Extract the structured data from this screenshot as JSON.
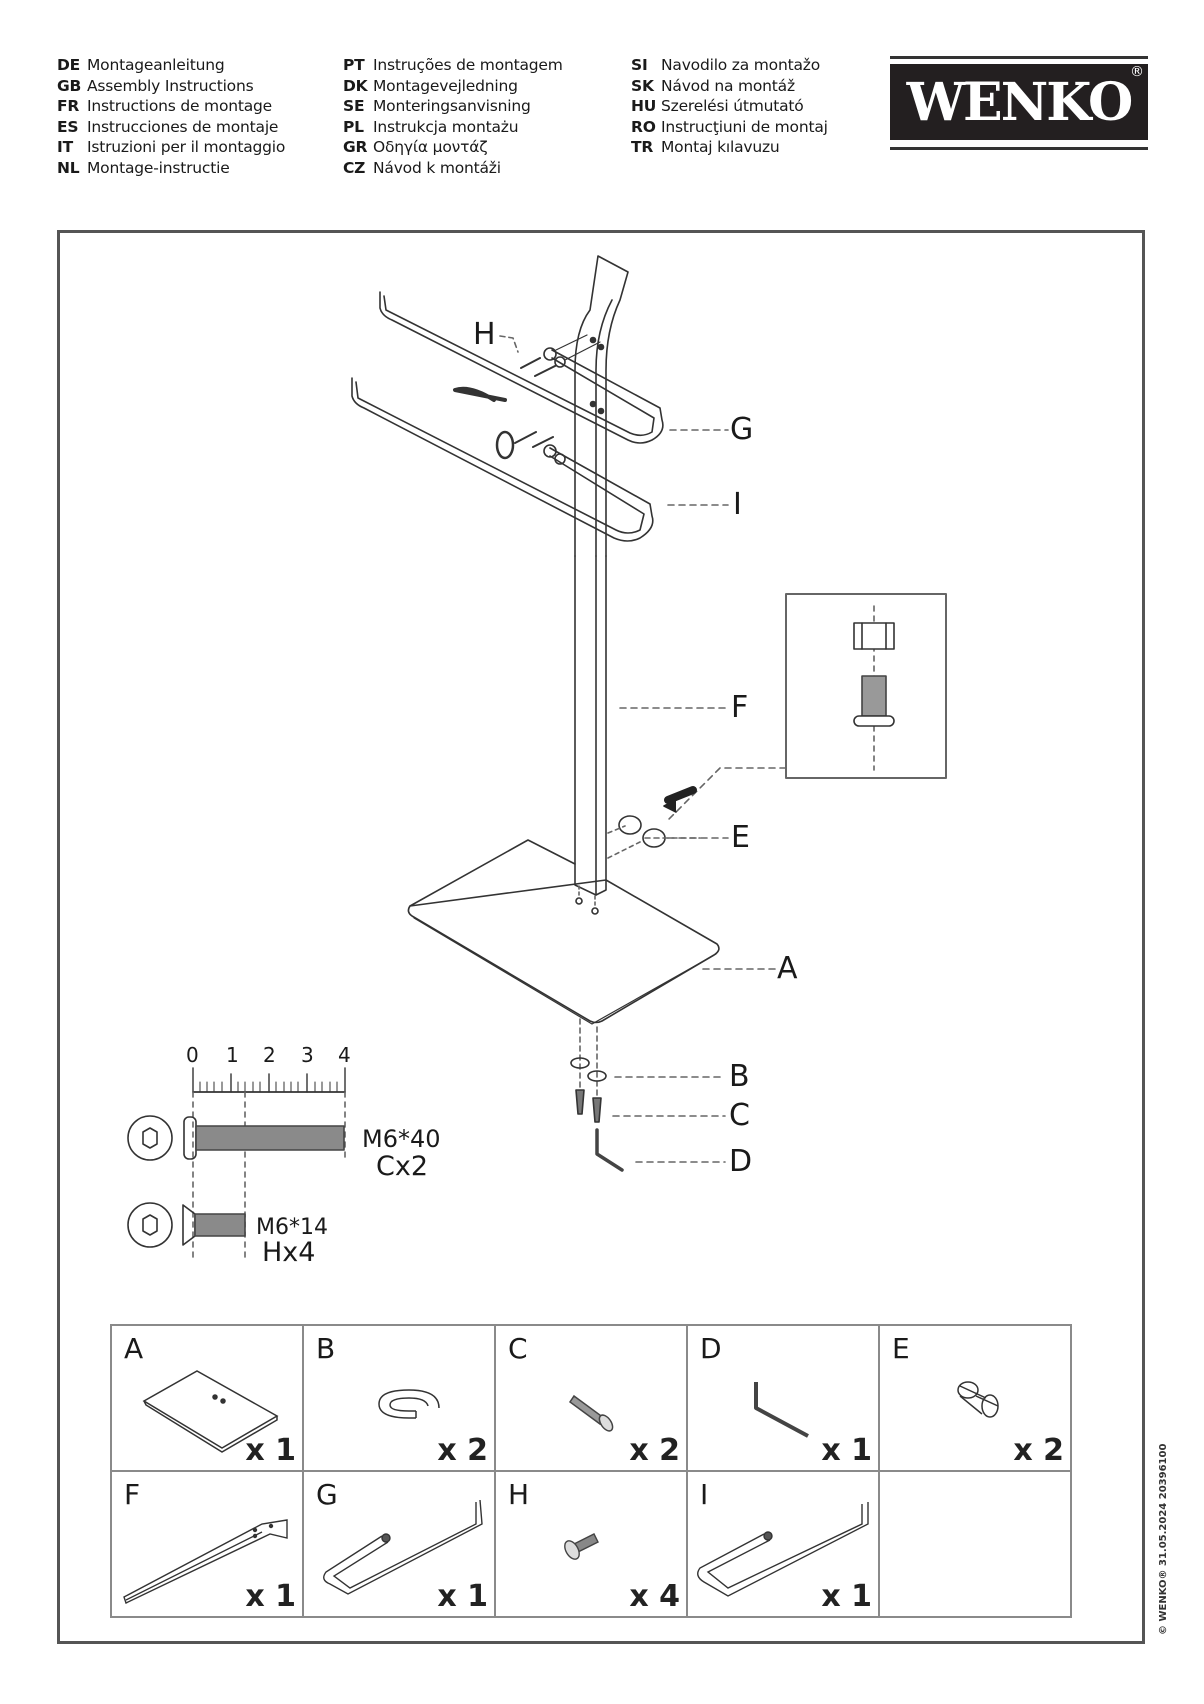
{
  "languages": {
    "column1": [
      {
        "code": "DE",
        "text": "Montageanleitung"
      },
      {
        "code": "GB",
        "text": "Assembly Instructions"
      },
      {
        "code": "FR",
        "text": "Instructions de montage"
      },
      {
        "code": "ES",
        "text": "Instrucciones de montaje"
      },
      {
        "code": "IT",
        "text": "Istruzioni per il montaggio"
      },
      {
        "code": "NL",
        "text": "Montage-instructie"
      }
    ],
    "column2": [
      {
        "code": "PT",
        "text": "Instruções de montagem"
      },
      {
        "code": "DK",
        "text": "Montagevejledning"
      },
      {
        "code": "SE",
        "text": "Monteringsanvisning"
      },
      {
        "code": "PL",
        "text": "Instrukcja montażu"
      },
      {
        "code": "GR",
        "text": "Οδηγία μοντάζ"
      },
      {
        "code": "CZ",
        "text": "Návod k montáži"
      }
    ],
    "column3": [
      {
        "code": "SI",
        "text": "Navodilo za montažo"
      },
      {
        "code": "SK",
        "text": "Návod na montáž"
      },
      {
        "code": "HU",
        "text": "Szerelési útmutató"
      },
      {
        "code": "RO",
        "text": "Instrucţiuni de montaj"
      },
      {
        "code": "TR",
        "text": "Montaj kılavuzu"
      }
    ]
  },
  "logo": {
    "brand": "WENKO",
    "registered": "®"
  },
  "diagram": {
    "callouts": {
      "A": "A",
      "B": "B",
      "C": "C",
      "D": "D",
      "E": "E",
      "F": "F",
      "G": "G",
      "H": "H",
      "I": "I"
    },
    "ruler": {
      "ticks": [
        "0",
        "1",
        "2",
        "3",
        "4"
      ],
      "unit_note": ""
    },
    "screws": [
      {
        "size": "M6*40",
        "qty_label": "Cx2"
      },
      {
        "size": "M6*14",
        "qty_label": "Hx4"
      }
    ]
  },
  "parts": [
    {
      "letter": "A",
      "qty": "x 1",
      "name": "base-plate"
    },
    {
      "letter": "B",
      "qty": "x 2",
      "name": "spring-washer"
    },
    {
      "letter": "C",
      "qty": "x 2",
      "name": "bolt-m6x40"
    },
    {
      "letter": "D",
      "qty": "x 1",
      "name": "allen-key"
    },
    {
      "letter": "E",
      "qty": "x 2",
      "name": "barrel-nut"
    },
    {
      "letter": "F",
      "qty": "x 1",
      "name": "upright-pole"
    },
    {
      "letter": "G",
      "qty": "x 1",
      "name": "towel-rail-upper"
    },
    {
      "letter": "H",
      "qty": "x 4",
      "name": "screw-m6x14"
    },
    {
      "letter": "I",
      "qty": "x 1",
      "name": "towel-rail-lower"
    }
  ],
  "footer": {
    "code": "© WENKO® 31.05.2024  20396100"
  }
}
